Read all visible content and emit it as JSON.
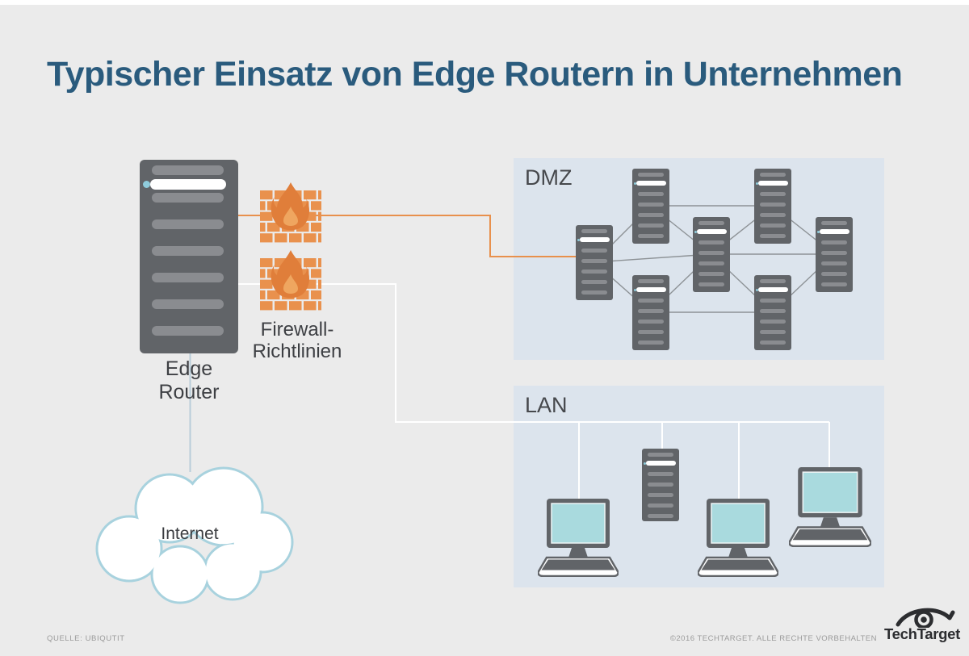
{
  "title": "Typischer Einsatz von Edge Routern in Unternehmen",
  "nodes": {
    "edge_router": {
      "label": "Edge Router",
      "icon": "server-tower-icon"
    },
    "firewall": {
      "label_line1": "Firewall-",
      "label_line2": "Richtlinien",
      "icon": "firewall-brick-flame-icon",
      "count": 2
    },
    "internet": {
      "label": "Internet",
      "icon": "cloud-icon"
    }
  },
  "zones": {
    "dmz": {
      "label": "DMZ",
      "server_count": 7,
      "icon": "server-tower-icon"
    },
    "lan": {
      "label": "LAN",
      "devices": [
        "desktop-computer-icon",
        "server-tower-icon",
        "desktop-computer-icon",
        "desktop-computer-icon"
      ]
    }
  },
  "footer": {
    "source": "QUELLE: UBIQUTIT",
    "copyright": "©2016 TECHTARGET. ALLE RECHTE VORBEHALTEN",
    "brand": "TechTarget",
    "brand_icon": "techtarget-eye-icon"
  },
  "colors": {
    "background": "#ebebeb",
    "title": "#2a5b7d",
    "zone_bg": "#dce4ed",
    "tower": "#616468",
    "slat": "#8a8c90",
    "accent_orange": "#e8904c",
    "mesh_line": "#8d9296",
    "lan_line": "#ffffff",
    "internet_line": "#b9cdd9",
    "cloud_border": "#a8d2de",
    "screen": "#a9dade",
    "label_text": "#3d3f43",
    "footer_text": "#9b9b9b",
    "brick": "#e9914d",
    "flame": "#e07e3a",
    "flame_inner": "#efa660",
    "logo": "#2c2d30",
    "dot": "#8fccdc"
  }
}
